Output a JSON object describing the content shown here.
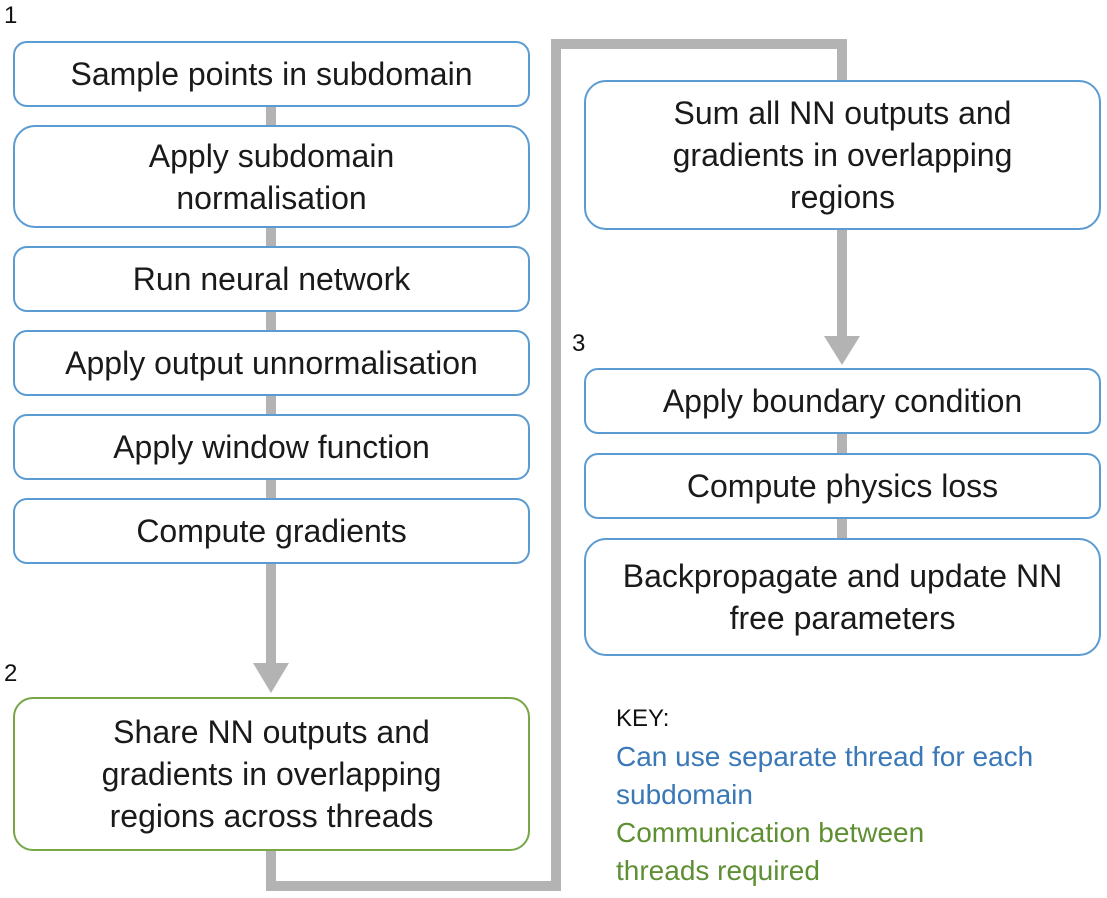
{
  "steps": {
    "one": "1",
    "two": "2",
    "three": "3"
  },
  "left_column": [
    {
      "label": "Sample points in subdomain"
    },
    {
      "label": "Apply subdomain normalisation"
    },
    {
      "label": "Run neural network"
    },
    {
      "label": "Apply output unnormalisation"
    },
    {
      "label": "Apply window function"
    },
    {
      "label": "Compute gradients"
    }
  ],
  "share_box": {
    "label": "Share NN outputs and gradients in overlapping regions across threads"
  },
  "sum_box": {
    "label": "Sum all NN outputs and gradients in overlapping regions"
  },
  "right_column": [
    {
      "label": "Apply boundary condition"
    },
    {
      "label": "Compute physics loss"
    },
    {
      "label": "Backpropagate and update NN free parameters"
    }
  ],
  "key": {
    "title": "KEY:",
    "blue_text": "Can use separate thread for each subdomain",
    "green_text": "Communication between threads required"
  },
  "colors": {
    "blue_border": "#5a9bd2",
    "green_border": "#76a648",
    "connector": "#b3b3b3"
  }
}
